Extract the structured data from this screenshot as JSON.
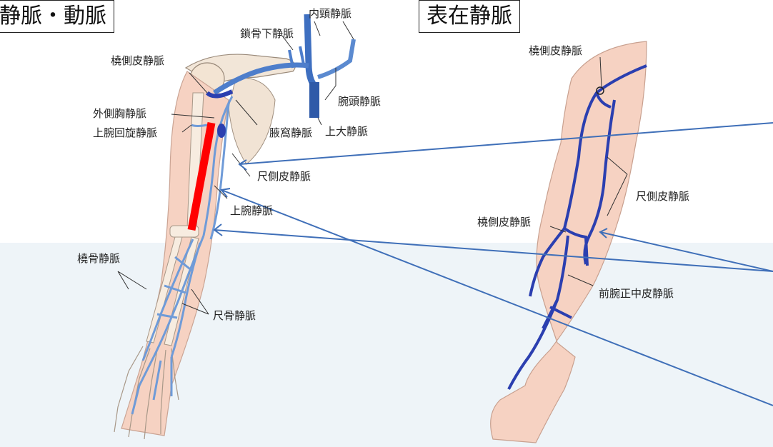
{
  "titles": {
    "left": "静脈・動脈",
    "right": "表在静脈"
  },
  "labels_left": {
    "naikei": "内頸静脈",
    "sakotsuka": "鎖骨下静脈",
    "tousokuhi_top": "橈側皮静脈",
    "wantou": "腕頭静脈",
    "gaisokukyou": "外側胸静脈",
    "jodaijou": "上大静脈",
    "ekika": "腋窩静脈",
    "jowan_kaisen": "上腕回旋静脈",
    "shakusokuhi": "尺側皮静脈",
    "jowan": "上腕静脈",
    "toukotsu": "橈骨静脈",
    "shakkotsu": "尺骨静脈"
  },
  "labels_right": {
    "tousokuhi_top": "橈側皮静脈",
    "shakusokuhi": "尺側皮静脈",
    "tousokuhi_mid": "橈側皮静脈",
    "zenwan_seichuu": "前腕正中皮静脈"
  },
  "colors": {
    "vein": "#2b3fb0",
    "vein_light": "#6f9bd8",
    "skin": "#f6d2c2",
    "pointer": "#3f6fb8",
    "highlight": "#ff0000"
  }
}
